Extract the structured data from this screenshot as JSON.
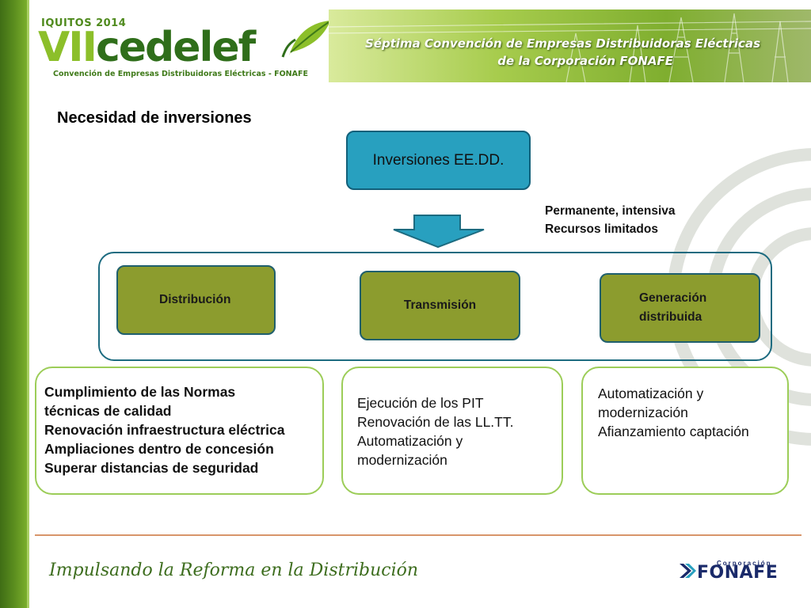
{
  "header": {
    "logo_year": "IQUITOS 2014",
    "logo_vii": "VII",
    "logo_cedelef": "cedelef",
    "logo_caption": "Convención de Empresas Distribuidoras Eléctricas - FONAFE",
    "banner_line_1": "Séptima Convención de Empresas Distribuidoras Eléctricas",
    "banner_line_2": "de la Corporación FONAFE"
  },
  "page_title": "Necesidad de inversiones",
  "top_box": "Inversiones EE.DD.",
  "side_note": [
    "Permanente, intensiva",
    "Recursos limitados"
  ],
  "categories": {
    "distribucion": "Distribución",
    "transmision": "Transmisión",
    "generacion": [
      "Generación",
      "distribuida"
    ]
  },
  "details": {
    "distribucion": [
      "Cumplimiento de las Normas",
      "técnicas de calidad",
      "Renovación infraestructura eléctrica",
      "Ampliaciones dentro de concesión",
      "Superar distancias de seguridad"
    ],
    "transmision": [
      "Ejecución de los PIT",
      "Renovación de las LL.TT.",
      "Automatización y",
      "modernización"
    ],
    "generacion": [
      "Automatización y",
      "modernización",
      "Afianzamiento captación"
    ]
  },
  "footer": {
    "slogan": "Impulsando la Reforma en la Distribución",
    "logo_small": "Corporación",
    "logo_text": "FONAFE"
  },
  "colors": {
    "top_box": "#28a0bf",
    "category_box": "#8c9c2e",
    "detail_border": "#9ccd58",
    "container_border": "#1c6b80"
  }
}
